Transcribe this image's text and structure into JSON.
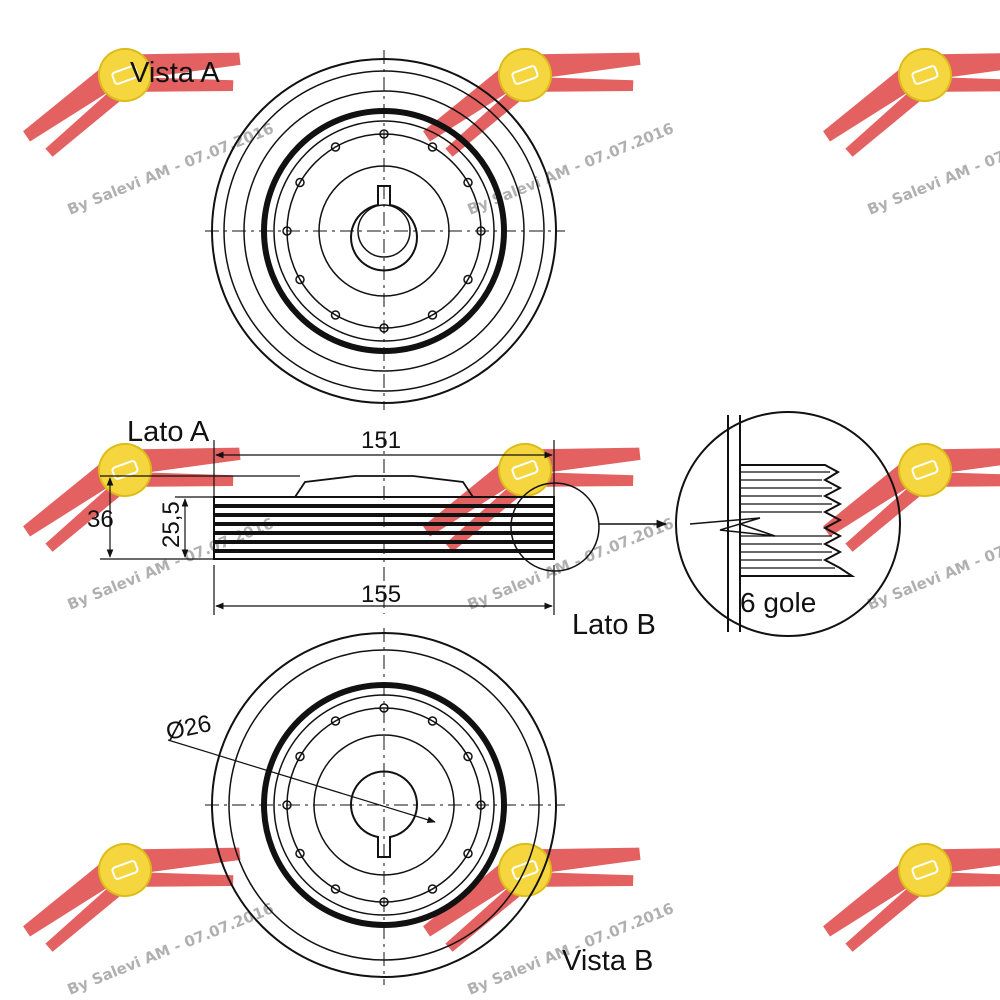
{
  "labels": {
    "vista_a": "Vista A",
    "lato_a": "Lato A",
    "lato_b": "Lato B",
    "vista_b": "Vista B",
    "grooves": "6 gole"
  },
  "dimensions": {
    "width_top": "151",
    "width_bottom": "155",
    "height_total": "36",
    "height_pulley": "25,5",
    "bore_diameter": "Ø26"
  },
  "watermark": {
    "text": "By Salevi AM - 07.07.2016",
    "logo": "quick-service-logo",
    "colors": {
      "wing": "#d9302f",
      "badge": "#f4d22a"
    }
  }
}
